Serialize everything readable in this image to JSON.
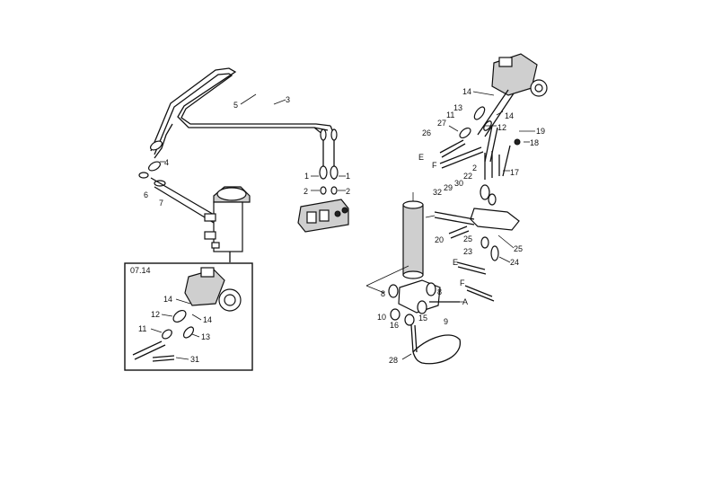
{
  "inset": {
    "title": "07.14"
  },
  "labels": {
    "l_3": "3",
    "l_5": "5",
    "l_4": "4",
    "l_6": "6",
    "l_7": "7",
    "l_1a": "1",
    "l_1b": "1",
    "l_2a": "2",
    "l_2b": "2",
    "l_14a": "14",
    "l_13a": "13",
    "l_11a": "11",
    "l_27": "27",
    "l_12a": "12",
    "l_14b": "14",
    "l_26": "26",
    "l_E1": "E",
    "l_F1": "F",
    "l_19": "19",
    "l_18": "18",
    "l_17": "17",
    "l_22": "22",
    "l_2c": "2",
    "l_32": "32",
    "l_29": "29",
    "l_30": "30",
    "l_20": "20",
    "l_25a": "25",
    "l_23": "23",
    "l_25b": "25",
    "l_24": "24",
    "l_E2": "E",
    "l_F2": "F",
    "l_8a": "8",
    "l_8b": "8",
    "l_10": "10",
    "l_16": "16",
    "l_15": "15",
    "l_9": "9",
    "l_A": "A",
    "l_28": "28",
    "l_14c": "14",
    "l_14d": "14",
    "l_12b": "12",
    "l_11b": "11",
    "l_13b": "13",
    "l_31": "31"
  }
}
